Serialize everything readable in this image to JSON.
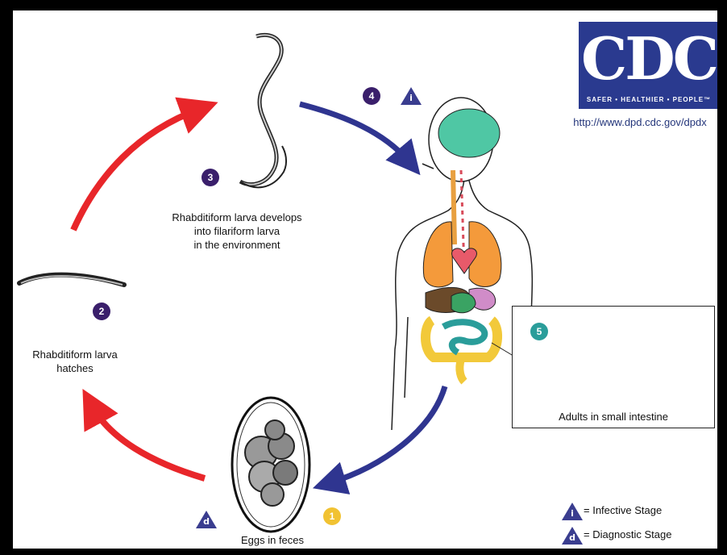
{
  "logo": {
    "text": "CDC",
    "tagline": "SAFER • HEALTHIER • PEOPLE™",
    "url": "http://www.dpd.cdc.gov/dpdx"
  },
  "stages": [
    {
      "number": "1",
      "label": "Eggs in feces"
    },
    {
      "number": "2",
      "label": "Rhabditiform larva hatches"
    },
    {
      "number": "3",
      "label": "Rhabditiform larva develops into filariform larva in the environment"
    },
    {
      "number": "4",
      "label": ""
    },
    {
      "number": "5",
      "label": "Adults in small intestine"
    }
  ],
  "stage2_lines": [
    "Rhabditiform larva",
    "hatches"
  ],
  "stage3_lines": [
    "Rhabditiform larva develops",
    "into filariform larva",
    "in the environment"
  ],
  "markers": {
    "infective": "i",
    "diagnostic": "d"
  },
  "legend": {
    "infective": "= Infective Stage",
    "diagnostic": "= Diagnostic Stage"
  },
  "colors": {
    "environment_arrow": "#e8262a",
    "host_arrow": "#2f3590",
    "badge": "#3a1f6b",
    "teal_badge": "#2a9d9a",
    "yellow_badge": "#f1c232",
    "logo_bg": "#2a3a8f"
  }
}
